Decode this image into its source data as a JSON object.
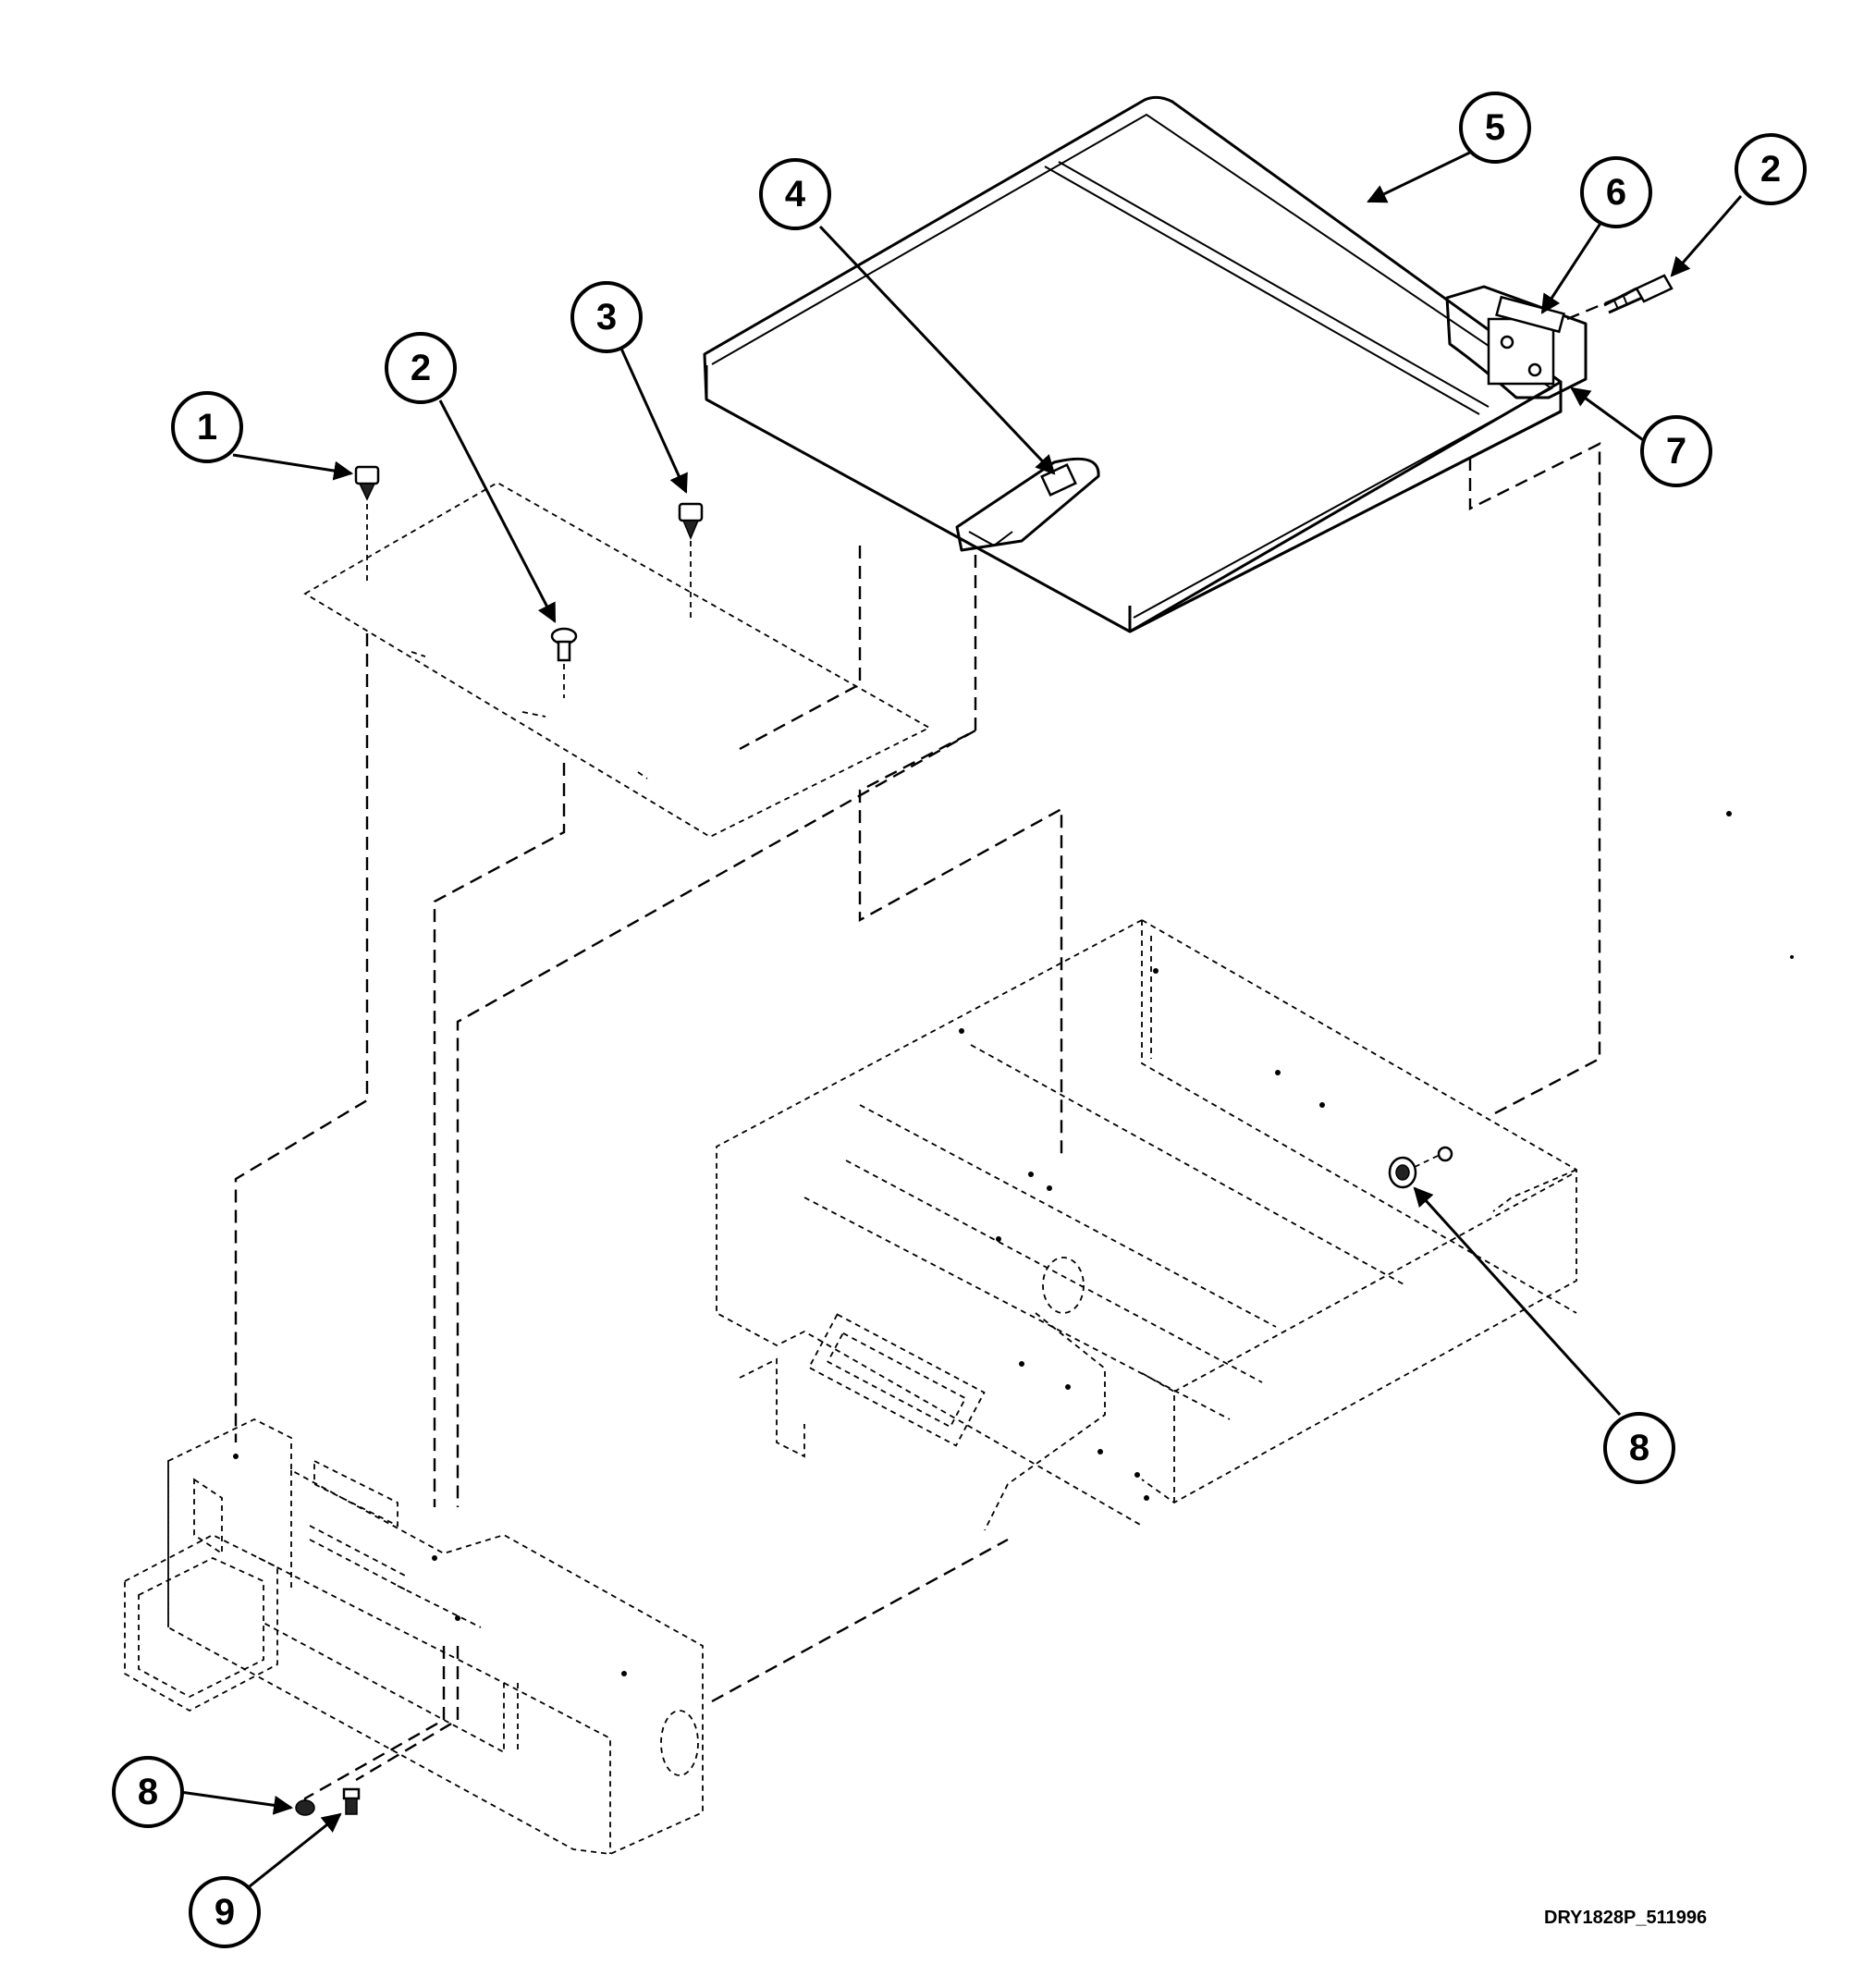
{
  "drawing_code": "DRY1828P_511996",
  "callouts": {
    "c1": "1",
    "c2a": "2",
    "c3": "3",
    "c4": "4",
    "c5": "5",
    "c6": "6",
    "c2b": "2",
    "c7": "7",
    "c8a": "8",
    "c8b": "8",
    "c9": "9"
  }
}
